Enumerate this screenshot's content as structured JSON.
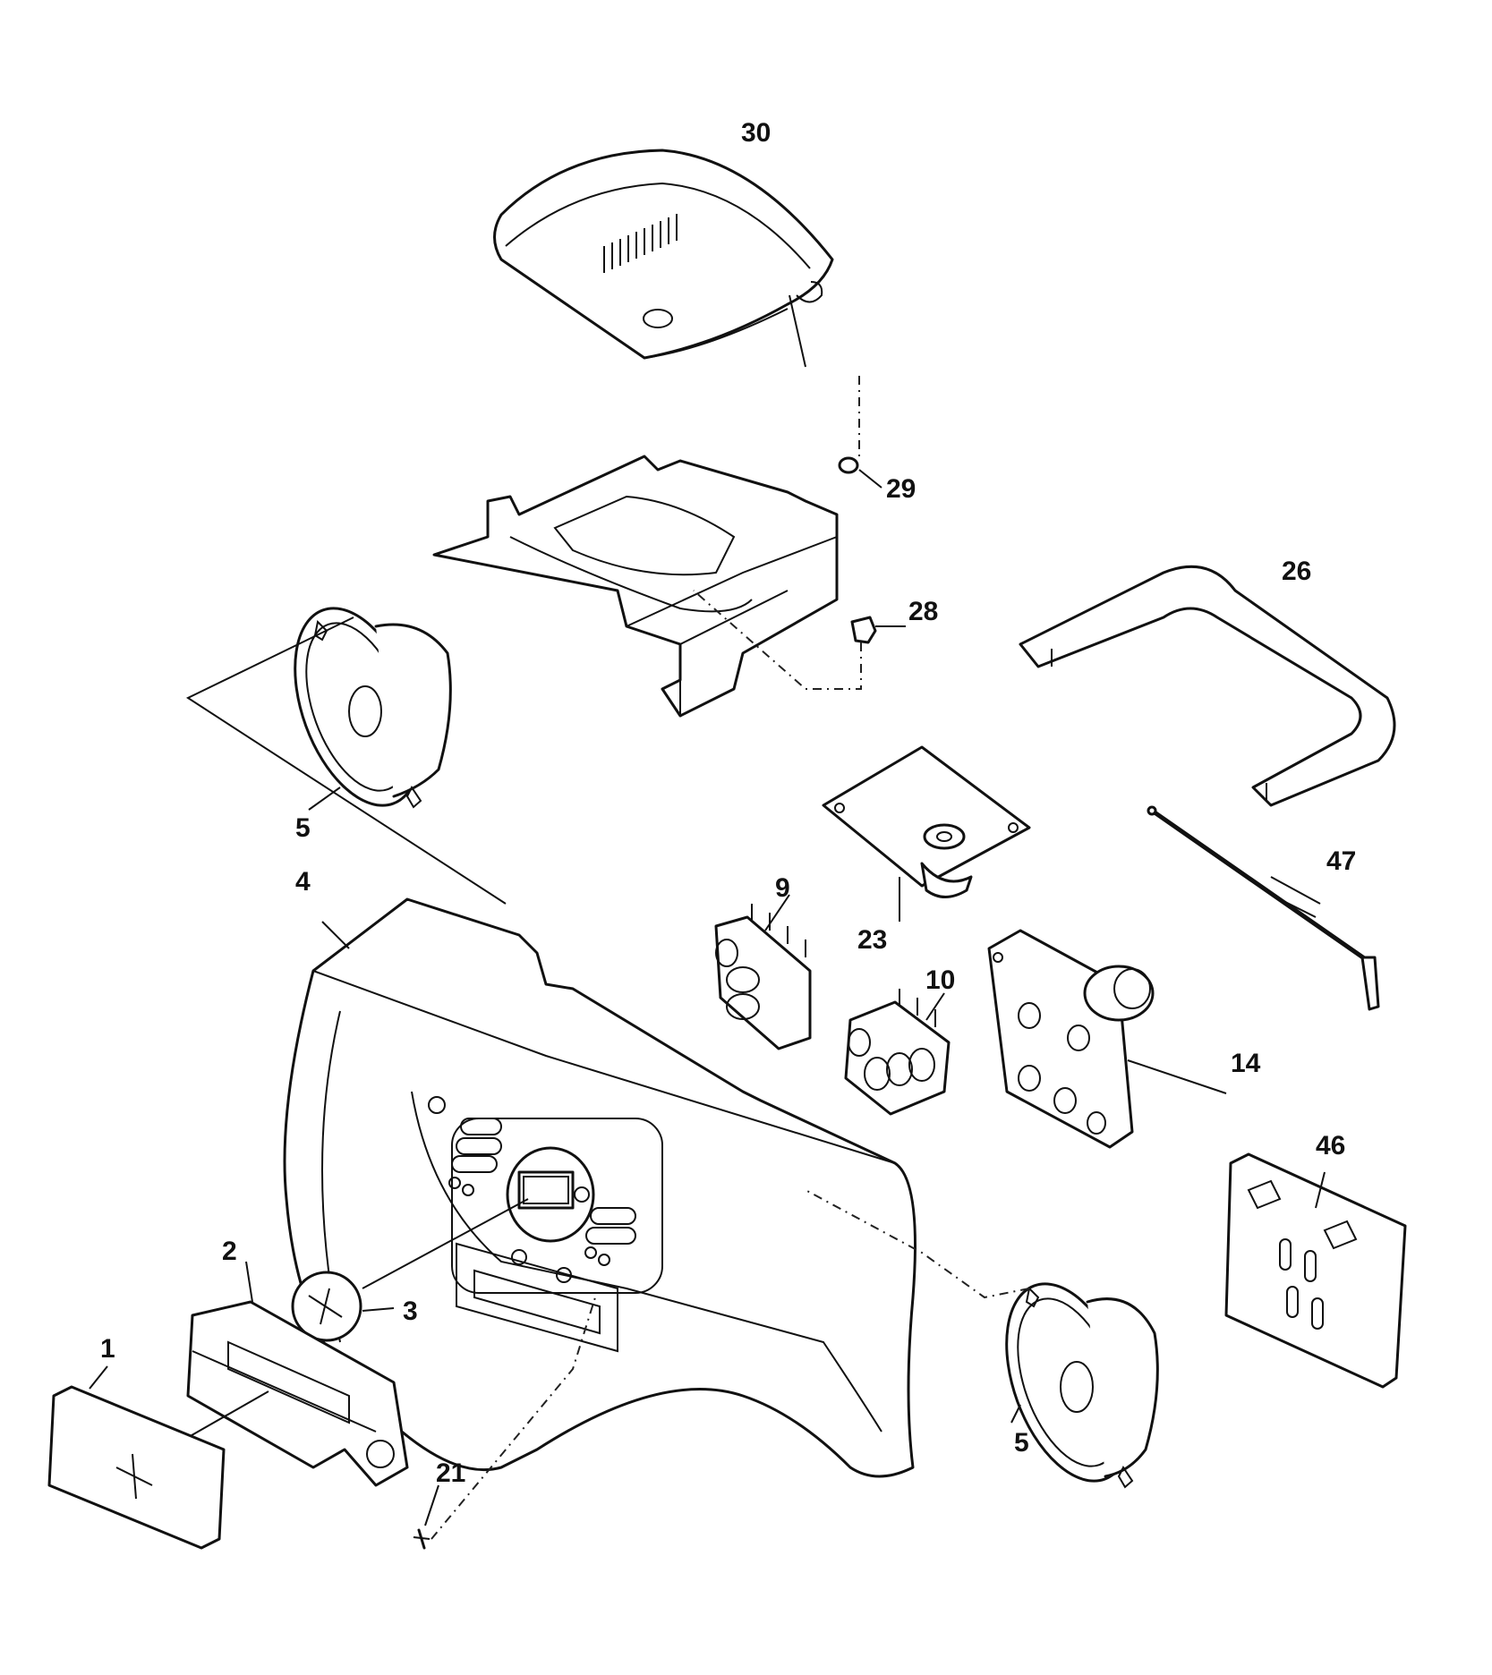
{
  "callouts": {
    "p1": "1",
    "p2": "2",
    "p3": "3",
    "p4": "4",
    "p5a": "5",
    "p5b": "5",
    "p9": "9",
    "p10": "10",
    "p14": "14",
    "p21": "21",
    "p23": "23",
    "p26": "26",
    "p28": "28",
    "p29": "29",
    "p30": "30",
    "p46": "46",
    "p47": "47"
  }
}
